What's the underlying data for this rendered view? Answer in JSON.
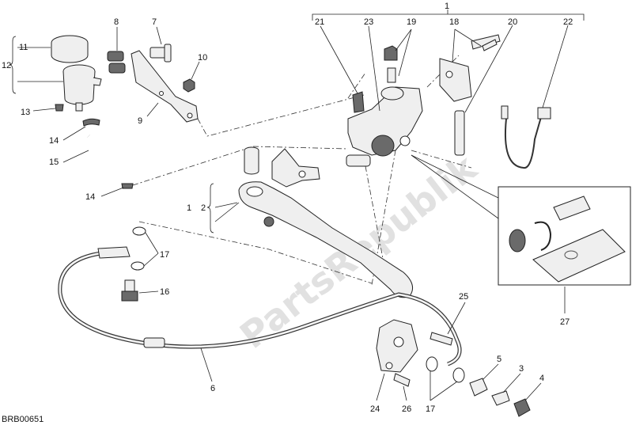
{
  "diagram": {
    "code": "BRB00651",
    "watermark": "PartsRepublik",
    "callouts": {
      "c1_top": "1",
      "c1_left": "1",
      "c2": "2",
      "c3": "3",
      "c4": "4",
      "c5": "5",
      "c6": "6",
      "c7": "7",
      "c8": "8",
      "c9": "9",
      "c10": "10",
      "c11": "11",
      "c12": "12",
      "c13": "13",
      "c14a": "14",
      "c14b": "14",
      "c15": "15",
      "c16": "16",
      "c17a": "17",
      "c17b": "17",
      "c18": "18",
      "c19": "19",
      "c20": "20",
      "c21": "21",
      "c22": "22",
      "c23": "23",
      "c24": "24",
      "c25": "25",
      "c26": "26",
      "c27": "27"
    }
  }
}
